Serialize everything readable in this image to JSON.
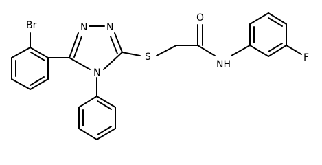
{
  "molecule": {
    "atoms": {
      "br": "Br",
      "n_triazole_1": "N",
      "n_triazole_2": "N",
      "n_triazole_4": "N",
      "s_thioether": "S",
      "o_carbonyl": "O",
      "n_amide": "NH",
      "f": "F"
    }
  }
}
